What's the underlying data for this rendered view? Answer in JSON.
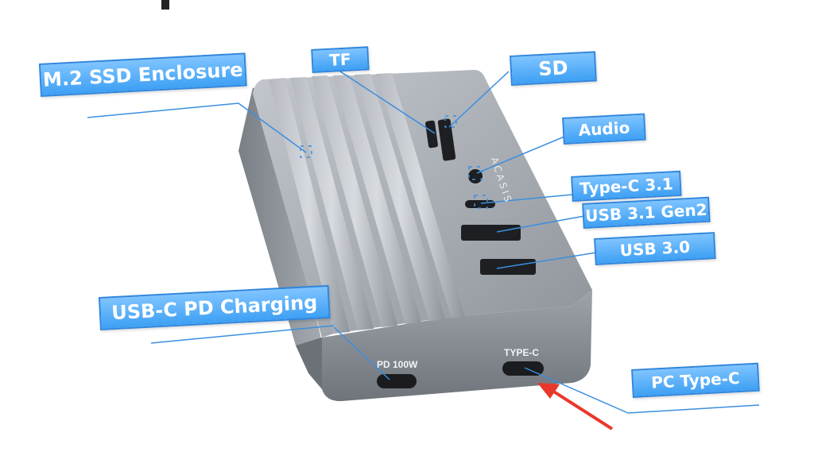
{
  "labels": {
    "m2": "M.2 SSD Enclosure",
    "tf": "TF",
    "sd": "SD",
    "audio": "Audio",
    "typec31": "Type-C 3.1",
    "usb31": "USB 3.1 Gen2",
    "usb30": "USB 3.0",
    "pd_charging": "USB-C PD Charging",
    "pc_typec": "PC Type-C"
  },
  "ports": {
    "pd100w": "PD 100W",
    "typec": "TYPE-C"
  },
  "brand": "ACASIS",
  "colors": {
    "callout": "#3ea0f4",
    "body": "#8d9299",
    "arrow": "#e8382a"
  }
}
